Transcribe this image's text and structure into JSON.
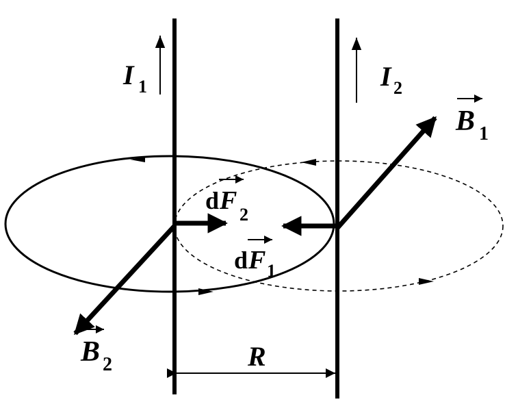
{
  "labels": {
    "current1": "I",
    "current1_sub": "1",
    "current2": "I",
    "current2_sub": "2",
    "field1": "B",
    "field1_sub": "1",
    "field2": "B",
    "field2_sub": "2",
    "force2_prefix": "d",
    "force2": "F",
    "force2_sub": "2",
    "force1_prefix": "d",
    "force1": "F",
    "force1_sub": "1",
    "distance": "R"
  }
}
